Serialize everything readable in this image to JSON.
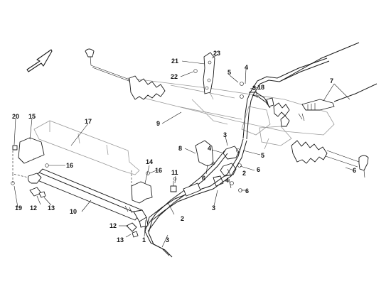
{
  "callouts": [
    {
      "id": "c1",
      "text": "1"
    },
    {
      "id": "c2a",
      "text": "2"
    },
    {
      "id": "c2b",
      "text": "2"
    },
    {
      "id": "c3a",
      "text": "3"
    },
    {
      "id": "c3b",
      "text": "3"
    },
    {
      "id": "c3c",
      "text": "3"
    },
    {
      "id": "c3d",
      "text": "3"
    },
    {
      "id": "c4a",
      "text": "4"
    },
    {
      "id": "c4b",
      "text": "4"
    },
    {
      "id": "c4c",
      "text": "4"
    },
    {
      "id": "c5a",
      "text": "5"
    },
    {
      "id": "c5b",
      "text": "5"
    },
    {
      "id": "c6a",
      "text": "6"
    },
    {
      "id": "c6b",
      "text": "6"
    },
    {
      "id": "c6c",
      "text": "6"
    },
    {
      "id": "c6d",
      "text": "6"
    },
    {
      "id": "c7",
      "text": "7"
    },
    {
      "id": "c8",
      "text": "8"
    },
    {
      "id": "c9",
      "text": "9"
    },
    {
      "id": "c10",
      "text": "10"
    },
    {
      "id": "c11",
      "text": "11"
    },
    {
      "id": "c12a",
      "text": "12"
    },
    {
      "id": "c12b",
      "text": "12"
    },
    {
      "id": "c13a",
      "text": "13"
    },
    {
      "id": "c13b",
      "text": "13"
    },
    {
      "id": "c14",
      "text": "14"
    },
    {
      "id": "c15",
      "text": "15"
    },
    {
      "id": "c16a",
      "text": "16"
    },
    {
      "id": "c16b",
      "text": "16"
    },
    {
      "id": "c17",
      "text": "17"
    },
    {
      "id": "c18",
      "text": "18"
    },
    {
      "id": "c19",
      "text": "19"
    },
    {
      "id": "c20",
      "text": "20"
    },
    {
      "id": "c21",
      "text": "21"
    },
    {
      "id": "c22",
      "text": "22"
    },
    {
      "id": "c23",
      "text": "23"
    }
  ]
}
